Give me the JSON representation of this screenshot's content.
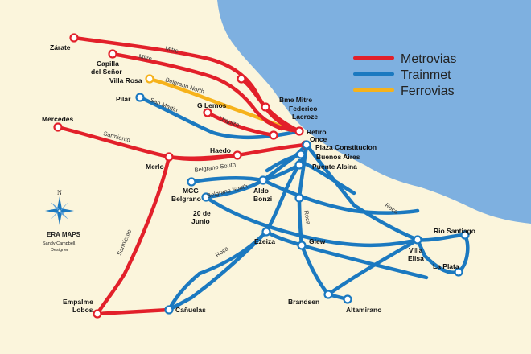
{
  "colors": {
    "land": "#fbf5dc",
    "water": "#7eb0e0",
    "metrovias": "#e2202a",
    "trainmet": "#1b79c0",
    "ferrovias": "#f6b21b"
  },
  "legend": [
    {
      "label": "Metrovias",
      "color": "#e2202a"
    },
    {
      "label": "Trainmet",
      "color": "#1b79c0"
    },
    {
      "label": "Ferrovias",
      "color": "#f6b21b"
    }
  ],
  "credit": {
    "title": "ERA MAPS",
    "author": "Sandy Campbell,",
    "role": "Designer",
    "compass_letter": "N"
  },
  "line_labels": {
    "mitre_1": "Mitre",
    "mitre_2": "Mitre",
    "belgrano_north": "Belgrano North",
    "san_martin": "San Martin",
    "urquiza": "Urquiza",
    "sarmiento_1": "Sarmiento",
    "sarmiento_2": "Sarmiento",
    "belgrano_south_1": "Belgrano South",
    "belgrano_south_2": "Belgrano South",
    "roca_1": "Roca",
    "roca_2": "Roca",
    "roca_3": "Roca"
  },
  "stations": {
    "zarate": "Zárate",
    "capilla_1": "Capilla",
    "capilla_2": "del Señor",
    "villa_rosa": "Villa Rosa",
    "pilar": "Pilar",
    "mercedes": "Mercedes",
    "g_lemos": "G Lemos",
    "bme_mitre": "Bme Mitre",
    "federico": "Federico",
    "lacroze": "Lacroze",
    "retiro": "Retiro",
    "once": "Once",
    "plaza_constitucion": "Plaza Constitucion",
    "buenos_aires": "Buenos Aires",
    "puente_alsina": "Puente Alsina",
    "haedo": "Haedo",
    "merlo": "Merlo",
    "mcg": "MCG",
    "belgrano": "Belgrano",
    "aldo": "Aldo",
    "bonzi": "Bonzi",
    "veinte_1": "20 de",
    "veinte_2": "Junio",
    "ezeiza": "Ezeiza",
    "glew": "Glew",
    "villa_elisa_1": "Villa",
    "villa_elisa_2": "Elisa",
    "rio_santiago": "Rio Santiago",
    "la_plata": "La Plata",
    "empalme_1": "Empalme",
    "empalme_2": "Lobos",
    "canuelas": "Cañuelas",
    "brandsen": "Brandsen",
    "altamirano": "Altamirano"
  }
}
